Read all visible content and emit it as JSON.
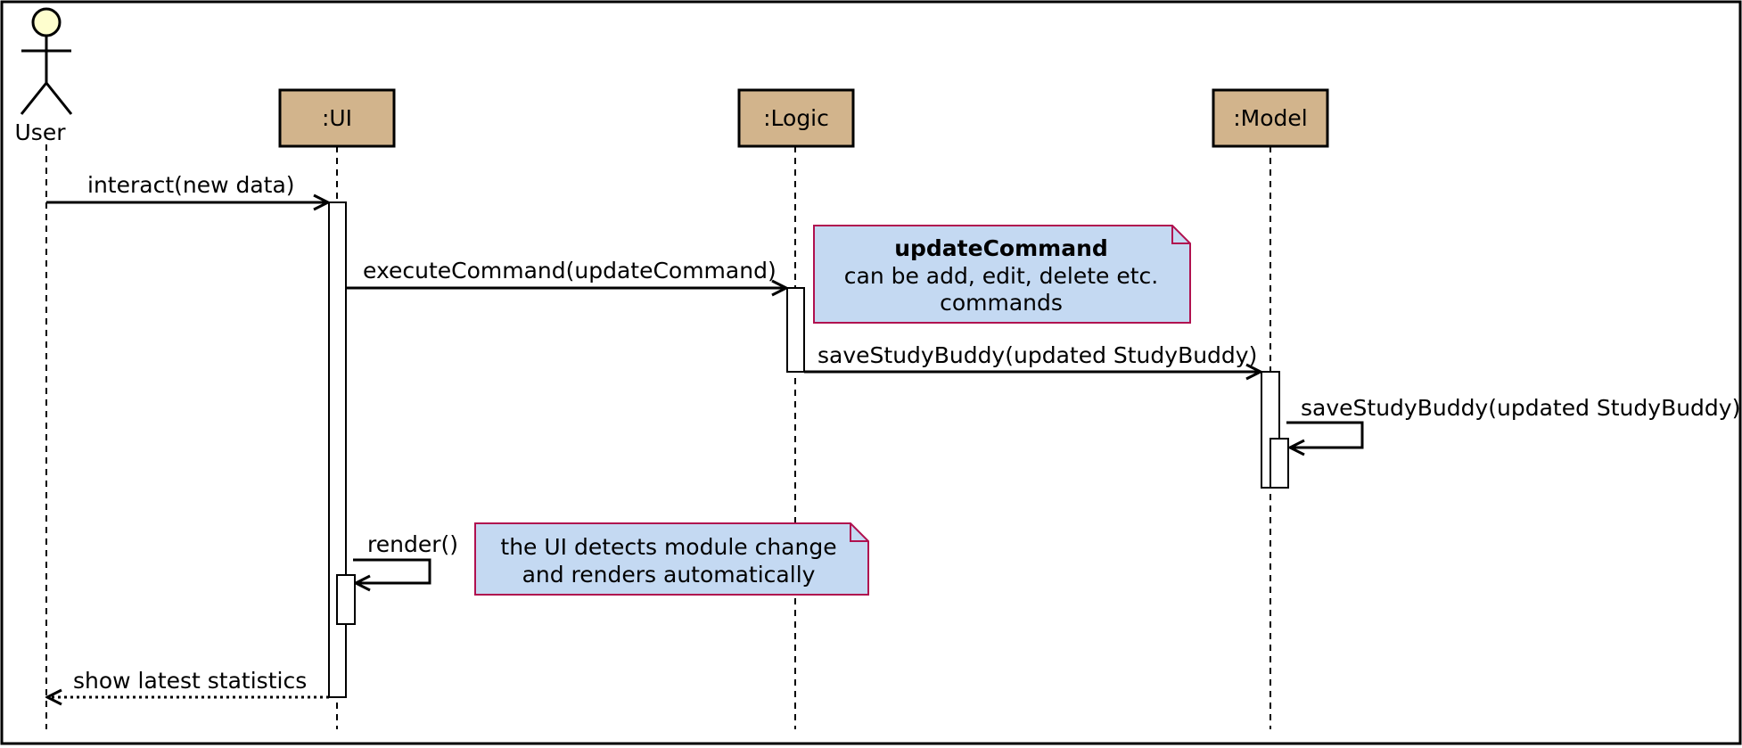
{
  "actor": {
    "label": "User"
  },
  "participants": {
    "ui": ":UI",
    "logic": ":Logic",
    "model": ":Model"
  },
  "messages": {
    "m1": "interact(new data)",
    "m2": "executeCommand(updateCommand)",
    "m3": "saveStudyBuddy(updated StudyBuddy)",
    "m4": "saveStudyBuddy(updated StudyBuddy)",
    "m5": "render()",
    "m6": "show latest statistics"
  },
  "notes": {
    "note1": {
      "title": "updateCommand",
      "line1": "can be add, edit, delete etc.",
      "line2": "commands"
    },
    "note2": {
      "line1": "the UI detects module change",
      "line2": "and renders automatically"
    }
  },
  "colors": {
    "participant_fill": "#d2b48c",
    "note_fill": "#c4d9f2",
    "note_border": "#b0114f",
    "actor_head": "#fefece"
  }
}
